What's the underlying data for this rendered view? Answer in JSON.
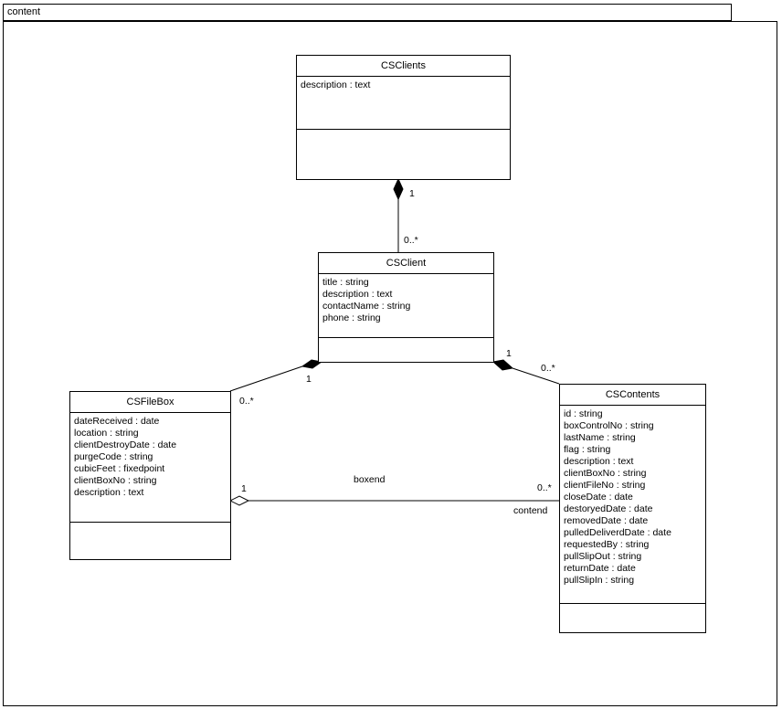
{
  "package": {
    "name": "content"
  },
  "classes": {
    "csclients": {
      "name": "CSClients",
      "attributes": [
        "description : text"
      ]
    },
    "csclient": {
      "name": "CSClient",
      "attributes": [
        "title : string",
        "description : text",
        "contactName : string",
        "phone : string"
      ]
    },
    "csfilebox": {
      "name": "CSFileBox",
      "attributes": [
        "dateReceived : date",
        "location : string",
        "clientDestroyDate : date",
        "purgeCode : string",
        "cubicFeet : fixedpoint",
        "clientBoxNo : string",
        "description : text"
      ]
    },
    "cscontents": {
      "name": "CSContents",
      "attributes": [
        "id : string",
        "boxControlNo : string",
        "lastName : string",
        "flag : string",
        "description : text",
        "clientBoxNo : string",
        "clientFileNo : string",
        "closeDate : date",
        "destoryedDate : date",
        "removedDate : date",
        "pulledDeliverdDate : date",
        "requestedBy : string",
        "pullSlipOut : string",
        "returnDate : date",
        "pullSlipIn : string"
      ]
    }
  },
  "associations": {
    "clients_client": {
      "from_mult": "1",
      "to_mult": "0..*",
      "kind": "composition"
    },
    "client_filebox": {
      "from_mult": "1",
      "to_mult": "0..*",
      "kind": "composition"
    },
    "client_contents": {
      "from_mult": "1",
      "to_mult": "0..*",
      "kind": "composition"
    },
    "filebox_contents": {
      "name": "boxend",
      "from_mult": "1",
      "to_mult": "0..*",
      "to_role": "contend",
      "kind": "aggregation"
    }
  }
}
